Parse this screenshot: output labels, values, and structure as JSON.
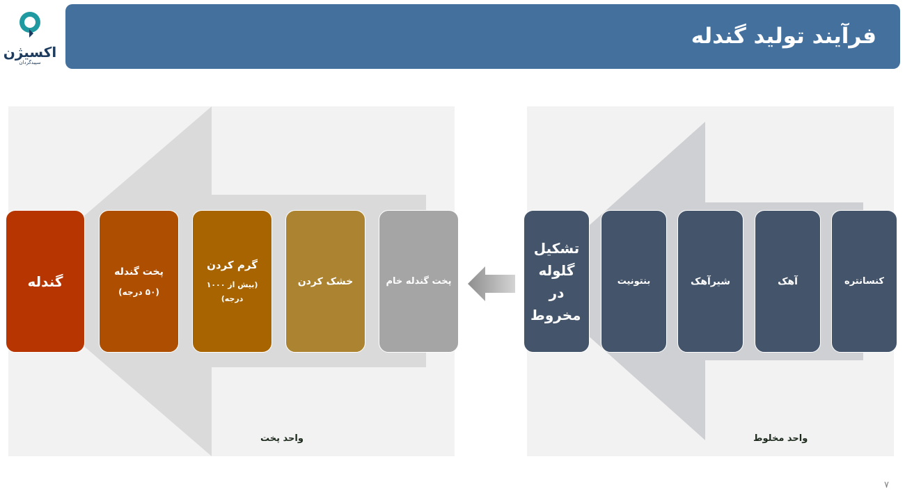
{
  "logo": {
    "brand": "اکسیژن",
    "tagline": "سپیدگردان"
  },
  "header": {
    "title": "فرآیند تولید گندله"
  },
  "right_unit": {
    "label": "واحد مخلوط",
    "boxes": [
      {
        "line1": "کنسانتره"
      },
      {
        "line1": "آهک"
      },
      {
        "line1": "شیرآهک"
      },
      {
        "line1": "بنتونیت"
      },
      {
        "line1": "تشکیل گلوله در مخروط"
      }
    ]
  },
  "left_unit": {
    "label": "واحد پخت",
    "boxes": [
      {
        "line1": "پخت گندله خام"
      },
      {
        "line1": "خشک کردن"
      },
      {
        "line1": "گرم کردن",
        "line2": "(بیش از ۱۰۰۰ درجه)"
      },
      {
        "line1": "پخت گندله",
        "line2": "(۵۰ درجه)"
      },
      {
        "line1": "گندله"
      }
    ]
  },
  "colors": {
    "header": "#44709e",
    "dark_box": "#44546a",
    "raw_pellet": "#a5a5a5",
    "drying": "#ac8431",
    "heating": "#a86400",
    "baking": "#ad4e00",
    "pellet": "#b63500"
  },
  "page_number": "۷"
}
